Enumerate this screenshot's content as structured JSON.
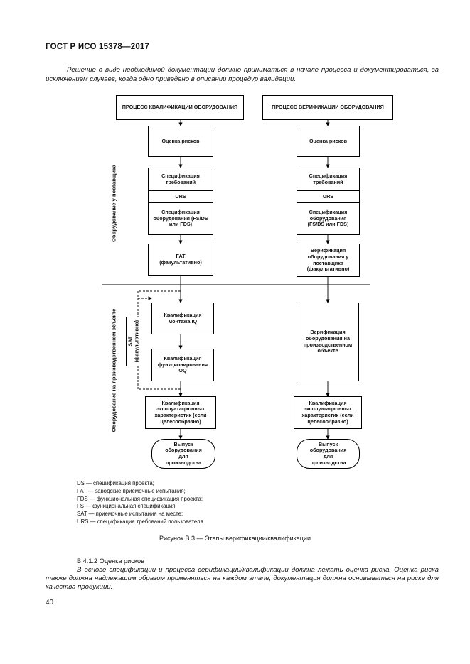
{
  "header": "ГОСТ Р ИСО 15378—2017",
  "intro": "Решение о виде необходимой документации должно приниматься в начале процесса и документироваться, за исключением случаев, когда одно приведено в описании процедур валидации.",
  "diagram": {
    "left_column": {
      "title": "ПРОЦЕСС КВАЛИФИКАЦИИ ОБОРУДОВАНИЯ",
      "risk": "Оценка рисков",
      "req_spec": "Спецификация требований",
      "urs": "URS",
      "equip_spec": "Спецификация оборудования (FS/DS или FDS)",
      "fat": "FAT (факультативно)",
      "iq": "Квалификация монтажа IQ",
      "oq": "Квалификация функционирования OQ",
      "pq": "Квалификация эксплуатационных характеристик (если целесообразно)",
      "release": "Выпуск оборудования для производства",
      "sat": "SAT (факультативно)"
    },
    "right_column": {
      "title": "ПРОЦЕСС ВЕРИФИКАЦИИ ОБОРУДОВАНИЯ",
      "risk": "Оценка рисков",
      "req_spec": "Спецификация требований",
      "urs": "URS",
      "equip_spec": "Спецификация оборудования (FS/DS или FDS)",
      "supplier_verif": "Верификация оборудования у поставщика (факультативно)",
      "site_verif": "Верификация оборудования на производственном объекте",
      "pq": "Квалификация эксплуатационных характеристик (если целесообразно)",
      "release": "Выпуск оборудования для производства"
    },
    "side_labels": {
      "supplier": "Оборудование у поставщика",
      "site": "Оборудование на производственном объекте"
    }
  },
  "legend": [
    "DS — спецификация проекта;",
    "FAT — заводские приемочные испытания;",
    "FDS — функциональная спецификация проекта;",
    "FS — функциональная спецификация;",
    "SAT — приемочные испытания на месте;",
    "URS — спецификация требований пользователя."
  ],
  "caption": "Рисунок В.3 — Этапы верификации/квалификации",
  "section": {
    "heading": "В.4.1.2 Оценка рисков",
    "body": "В основе спецификации и процесса верификации/квалификации должна лежать оценка риска. Оценка риска также должна надлежащим образом применяться на каждом этапе, документация должна основываться на риске для качества продукции."
  },
  "page_number": "40"
}
